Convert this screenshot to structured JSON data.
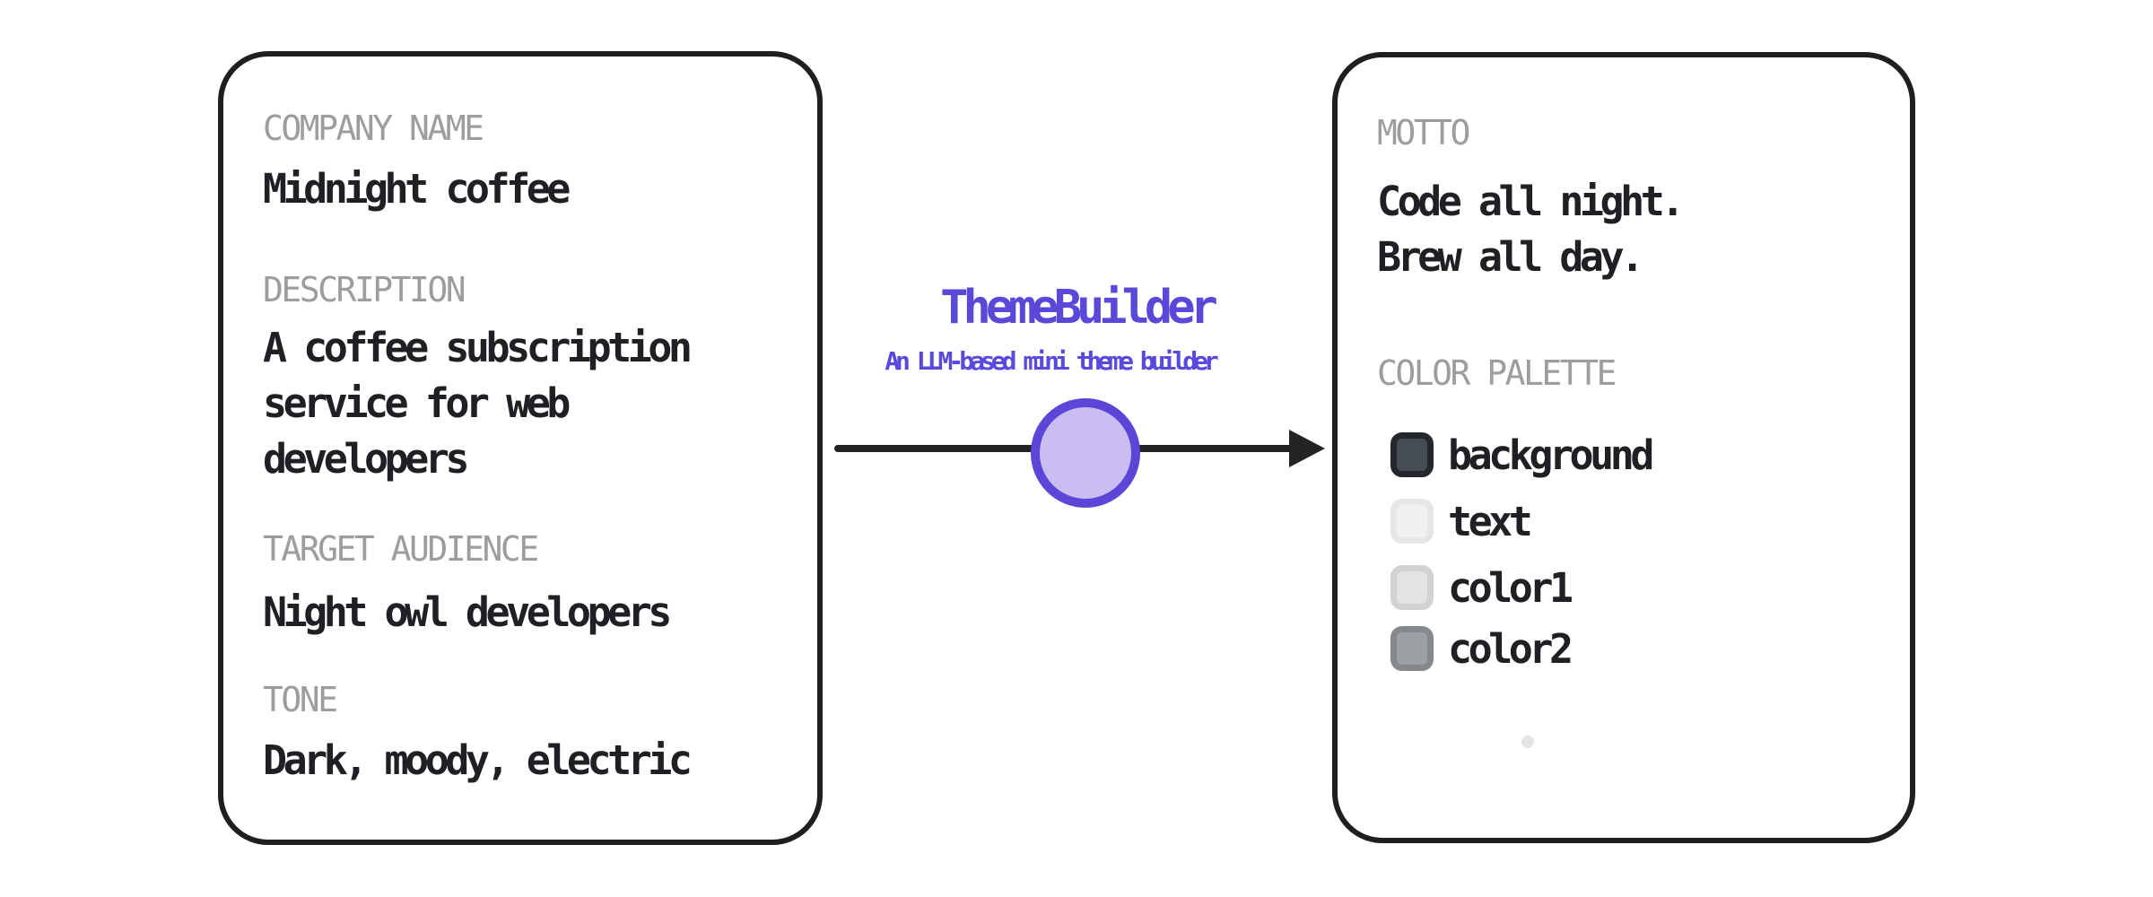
{
  "canvas": {
    "background": "#ffffff"
  },
  "input_card": {
    "fields": [
      {
        "label": "COMPANY NAME",
        "value": "Midnight coffee"
      },
      {
        "label": "DESCRIPTION",
        "value": "A coffee subscription\nservice for web\ndevelopers"
      },
      {
        "label": "TARGET AUDIENCE",
        "value": "Night owl developers"
      },
      {
        "label": "TONE",
        "value": "Dark, moody, electric"
      }
    ]
  },
  "builder": {
    "title": "ThemeBuilder",
    "subtitle": "An LLM-based mini theme builder",
    "accent_color": "#5a49d8",
    "node_fill": "#c9bdf2",
    "node_stroke": "#5b46d8",
    "arrow_color": "#222426"
  },
  "output_card": {
    "motto_label": "MOTTO",
    "motto": "Code all night.\nBrew all day.",
    "palette_label": "COLOR PALETTE",
    "palette": [
      {
        "name": "background",
        "fill": "#474d56",
        "border": "#24282c"
      },
      {
        "name": "text",
        "fill": "#f0f0f0",
        "border": "#e6e6e6"
      },
      {
        "name": "color1",
        "fill": "#e3e3e3",
        "border": "#d2d2d2"
      },
      {
        "name": "color2",
        "fill": "#9da0a3",
        "border": "#86898c"
      }
    ]
  }
}
